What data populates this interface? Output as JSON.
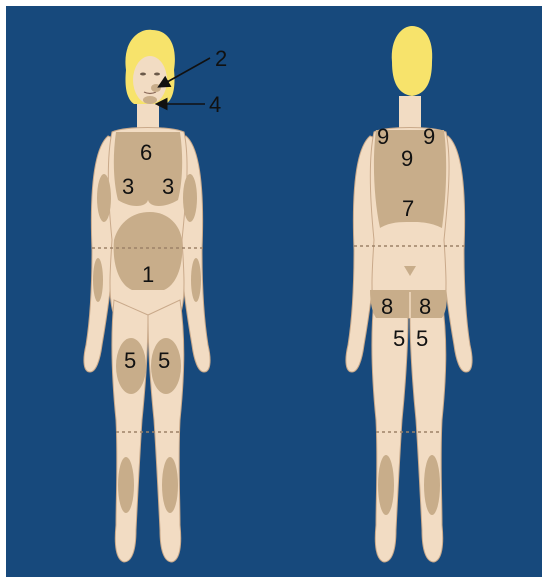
{
  "colors": {
    "background": "#17497c",
    "frame": "#ffffff",
    "skin": "#f2dcc3",
    "skin_outline": "#c9a98a",
    "zone": "#c8ad8a",
    "hair": "#f7e36b",
    "label": "#111111"
  },
  "front_labels": {
    "cheek": "2",
    "chin": "4",
    "chest": "6",
    "flank_left": "3",
    "flank_right": "3",
    "abdomen": "1",
    "thigh_left": "5",
    "thigh_right": "5"
  },
  "back_labels": {
    "shoulder_left": "9",
    "shoulder_right": "9",
    "upper_back": "9",
    "lower_back": "7",
    "buttock_left": "8",
    "buttock_right": "8",
    "rear_thigh_left": "5",
    "rear_thigh_right": "5"
  }
}
